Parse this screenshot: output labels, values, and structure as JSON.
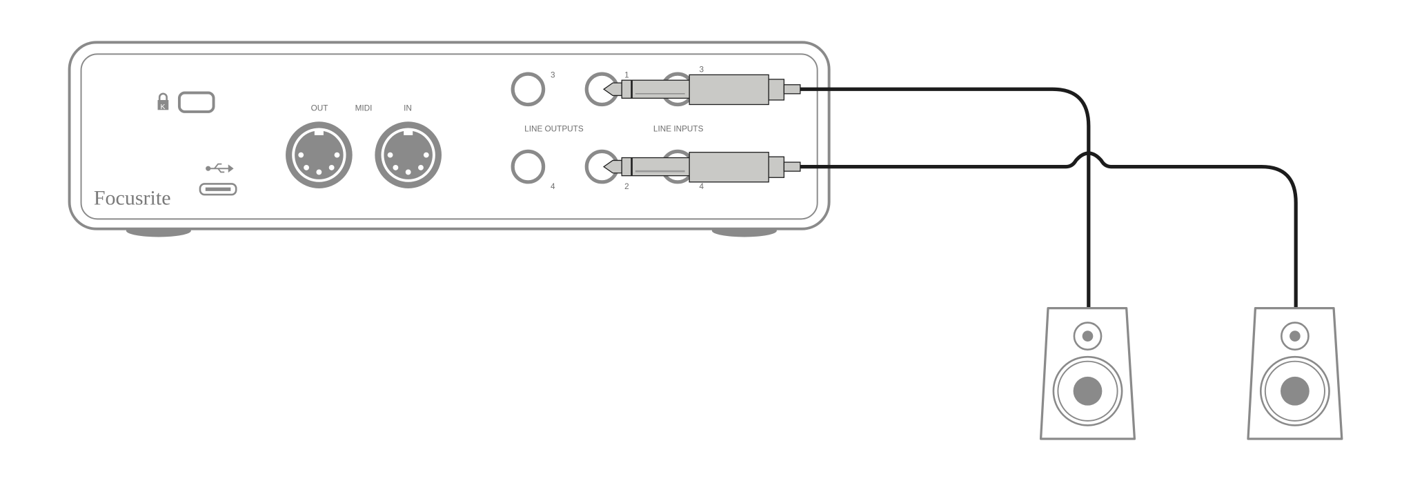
{
  "device": {
    "brand": "Focusrite",
    "midi": {
      "out_label": "OUT",
      "midi_label": "MIDI",
      "in_label": "IN"
    },
    "line_outputs": {
      "label": "LINE OUTPUTS",
      "numbers": [
        "1",
        "2",
        "3",
        "4"
      ]
    },
    "line_inputs": {
      "label": "LINE INPUTS",
      "numbers": [
        "3",
        "4"
      ]
    },
    "icons": [
      "kensington-lock-icon",
      "usb-icon"
    ]
  },
  "connections": [
    {
      "from": "line-output-1",
      "to": "speaker-left"
    },
    {
      "from": "line-output-2",
      "to": "speaker-right"
    }
  ],
  "colors": {
    "device_outline": "#8a8a8a",
    "plug": "#c9c9c6",
    "cable": "#1c1c1c"
  }
}
